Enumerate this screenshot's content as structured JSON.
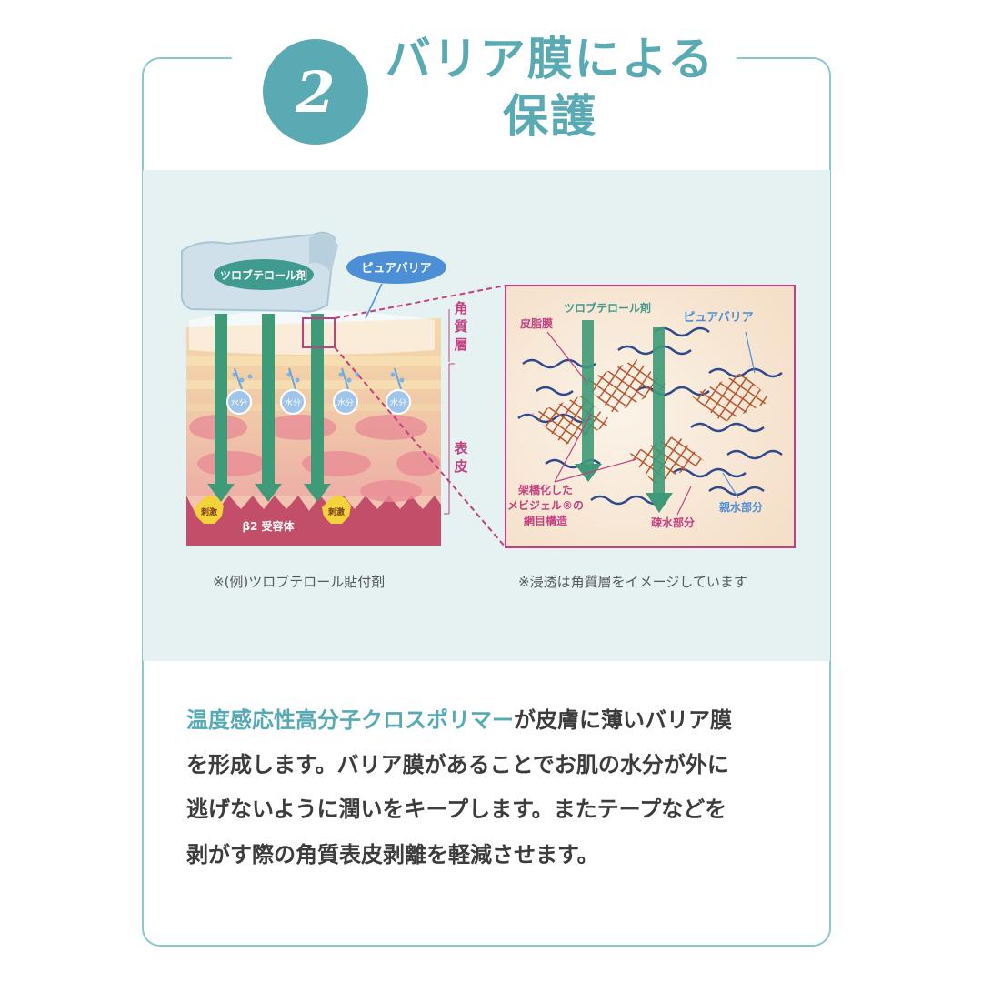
{
  "header": {
    "number": "2",
    "title_line1": "バリア膜による",
    "title_line2": "保護"
  },
  "diagram_left": {
    "patch_label": "ツロブテロール剤",
    "barrier_label": "ピュアバリア",
    "layer_label_stratum": "角質層",
    "layer_label_epidermis": "表皮",
    "water_label": "水分",
    "stimulus_label": "刺激",
    "receptor_label": "β2 受容体",
    "caption": "※(例)ツロブテロール貼付剤"
  },
  "diagram_right": {
    "drug_label": "ツロブテロール剤",
    "barrier_label": "ピュアバリア",
    "sebum_label": "皮脂膜",
    "network_label": "架橋化したメビジェル®の網目構造",
    "hydrophobic_label": "疎水部分",
    "hydrophilic_label": "親水部分",
    "caption": "※浸透は角質層をイメージしています"
  },
  "body": {
    "highlight": "温度感応性高分子クロスポリマー",
    "line1_rest": "が皮膚に薄いバリア膜",
    "line2": "を形成します。バリア膜があることでお肌の水分が外に",
    "line3": "逃げないように潤いをキープします。またテープなどを",
    "line4": "剥がす際の角質表皮剥離を軽減させます。"
  },
  "colors": {
    "accent": "#5aaab3",
    "border": "#8cc7cc",
    "panel": "#e6f1f2",
    "magenta": "#c2407f",
    "arrow_green": "#3f9a78"
  }
}
